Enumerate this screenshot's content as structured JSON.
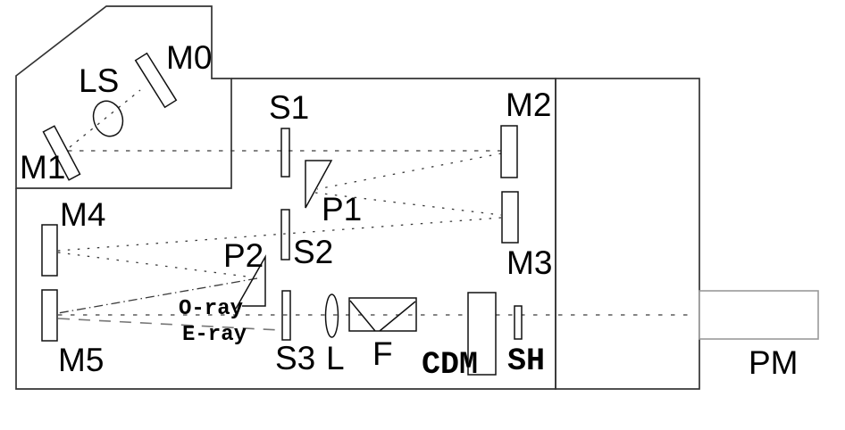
{
  "diagram": {
    "type": "optical-schematic",
    "labels": {
      "ls": "LS",
      "m0": "M0",
      "m1": "M1",
      "s1": "S1",
      "m2": "M2",
      "p1": "P1",
      "s2": "S2",
      "m3": "M3",
      "m4": "M4",
      "p2": "P2",
      "m5": "M5",
      "s3": "S3",
      "l": "L",
      "f": "F",
      "cdm": "CDM",
      "sh": "SH",
      "pm": "PM",
      "o_ray": "O-ray",
      "e_ray": "E-ray"
    },
    "colors": {
      "background": "#ffffff",
      "ink": "#000000",
      "beam": "#3a3a3a",
      "eray_beam": "#777777",
      "pm_outline": "#999999"
    }
  }
}
